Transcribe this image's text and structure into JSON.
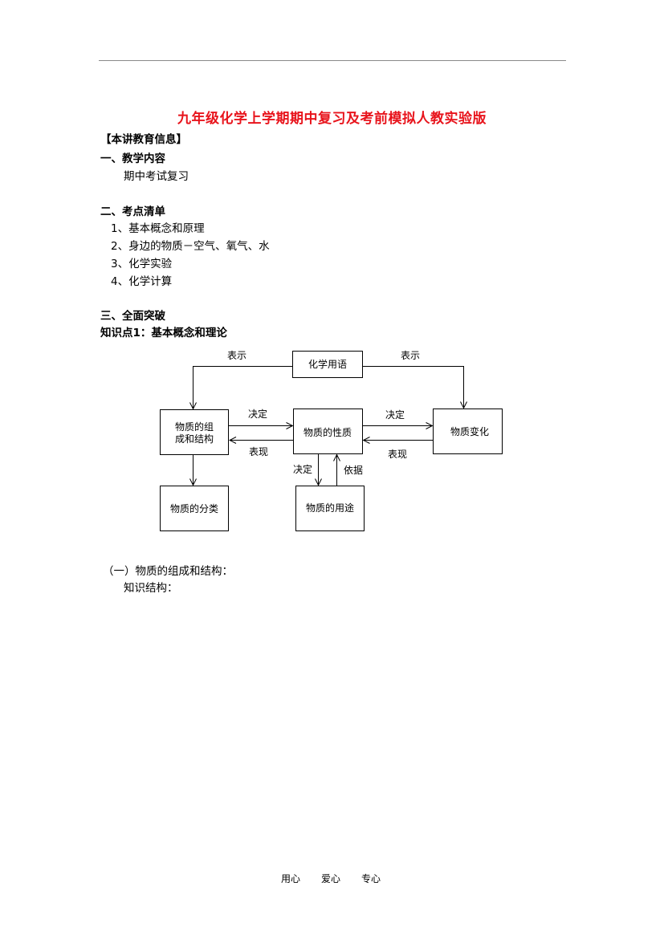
{
  "document": {
    "title": "九年级化学上学期期中复习及考前模拟人教实验版",
    "info_heading": "【本讲教育信息】",
    "section1": {
      "heading": "一、教学内容",
      "content": "期中考试复习"
    },
    "section2": {
      "heading": "二、考点清单",
      "items": [
        "1、基本概念和原理",
        "2、身边的物质－空气、氧气、水",
        "3、化学实验",
        "4、化学计算"
      ]
    },
    "section3": {
      "heading": "三、全面突破",
      "knowledge_point": "知识点1：基本概念和理论"
    },
    "subsection1": {
      "heading": "（一）物质的组成和结构：",
      "label": "知识结构："
    }
  },
  "diagram": {
    "nodes": {
      "chem_terms": "化学用语",
      "composition_line1": "物质的组",
      "composition_line2": "成和结构",
      "properties": "物质的性质",
      "change": "物质变化",
      "classification": "物质的分类",
      "uses": "物质的用途"
    },
    "edge_labels": {
      "represents_left": "表示",
      "represents_right": "表示",
      "determines_left": "决定",
      "manifests_left": "表现",
      "determines_right": "决定",
      "manifests_right": "表现",
      "determines_down": "决定",
      "basis_up": "依据"
    }
  },
  "footer": {
    "items": [
      "用心",
      "爱心",
      "专心"
    ]
  }
}
